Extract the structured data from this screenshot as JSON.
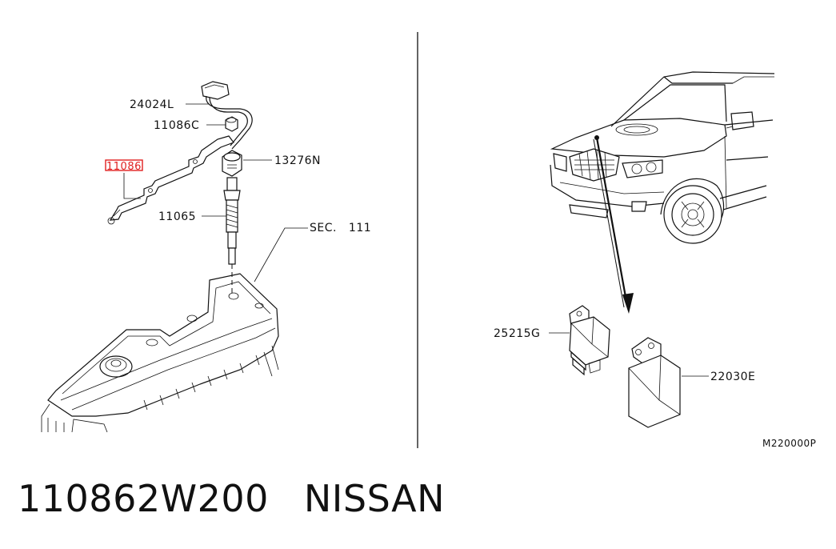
{
  "labels": {
    "wire_harness": "24024L",
    "nut": "11086C",
    "highlighted_part": "11086",
    "glow_plug_connector": "13276N",
    "glow_plug": "11065",
    "section_ref": "SEC. 111",
    "relay": "25215G",
    "control_unit": "22030E",
    "diagram_code": "M220000P"
  },
  "caption": {
    "part_number": "110862W200",
    "brand": "NISSAN"
  },
  "colors": {
    "highlight": "#e02020",
    "line": "#111111"
  }
}
